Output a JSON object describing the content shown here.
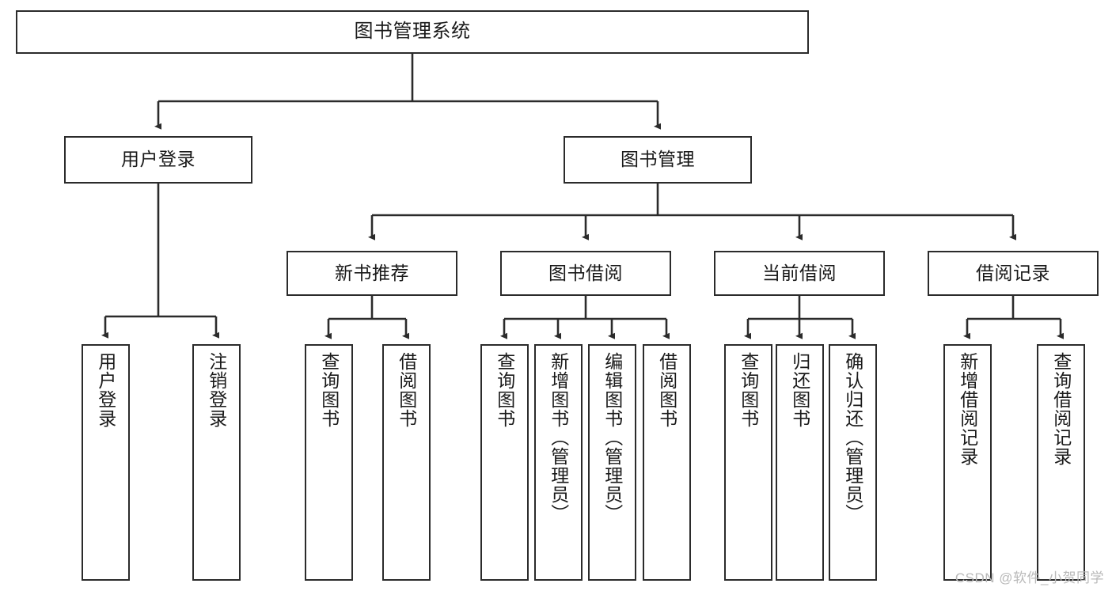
{
  "diagram": {
    "title": "图书管理系统",
    "type": "tree-hierarchy-chart",
    "stroke_color": "#2b2b2b",
    "fill_color": "#ffffff",
    "root": {
      "label": "图书管理系统"
    },
    "level2": [
      {
        "label": "用户登录"
      },
      {
        "label": "图书管理"
      }
    ],
    "level3": [
      {
        "label": "新书推荐"
      },
      {
        "label": "图书借阅"
      },
      {
        "label": "当前借阅"
      },
      {
        "label": "借阅记录"
      }
    ],
    "leaves": {
      "user_login": [
        {
          "label": "用户登录"
        },
        {
          "label": "注销登录"
        }
      ],
      "new_book_recommend": [
        {
          "label": "查询图书"
        },
        {
          "label": "借阅图书"
        }
      ],
      "book_borrow": [
        {
          "label": "查询图书"
        },
        {
          "label": "新增图书（管理员）"
        },
        {
          "label": "编辑图书（管理员）"
        },
        {
          "label": "借阅图书"
        }
      ],
      "current_borrow": [
        {
          "label": "查询图书"
        },
        {
          "label": "归还图书"
        },
        {
          "label": "确认归还（管理员）"
        }
      ],
      "borrow_record": [
        {
          "label": "新增借阅记录"
        },
        {
          "label": "查询借阅记录"
        }
      ]
    }
  },
  "watermark": {
    "text": "CSDN @软件_小贺同学"
  }
}
